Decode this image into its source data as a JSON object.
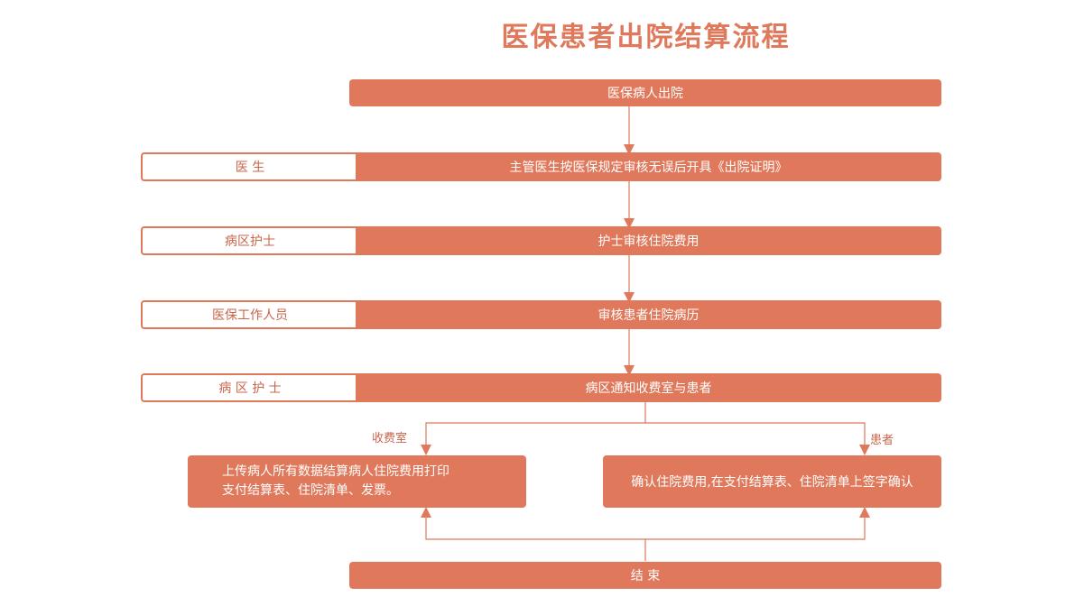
{
  "title": "医保患者出院结算流程",
  "steps": {
    "start": "医保病人出院",
    "step1": "主管医生按医保规定审核无误后开具《出院证明》",
    "step2": "护士审核住院费用",
    "step3": "审核患者住院病历",
    "step4": "病区通知收费室与患者",
    "left_line1": "上传病人所有数据结算病人住院费用打印",
    "left_line2": "支付结算表、住院清单、发票。",
    "right": "确认住院费用,在支付结算表、住院清单上签字确认",
    "end": "结 束"
  },
  "roles": {
    "r1": "医 生",
    "r2": "病区护士",
    "r3": "医保工作人员",
    "r4": "病 区 护 士"
  },
  "branch_labels": {
    "left": "收费室",
    "right": "患者"
  },
  "colors": {
    "accent": "#e0785b",
    "line": "#e0785b"
  }
}
